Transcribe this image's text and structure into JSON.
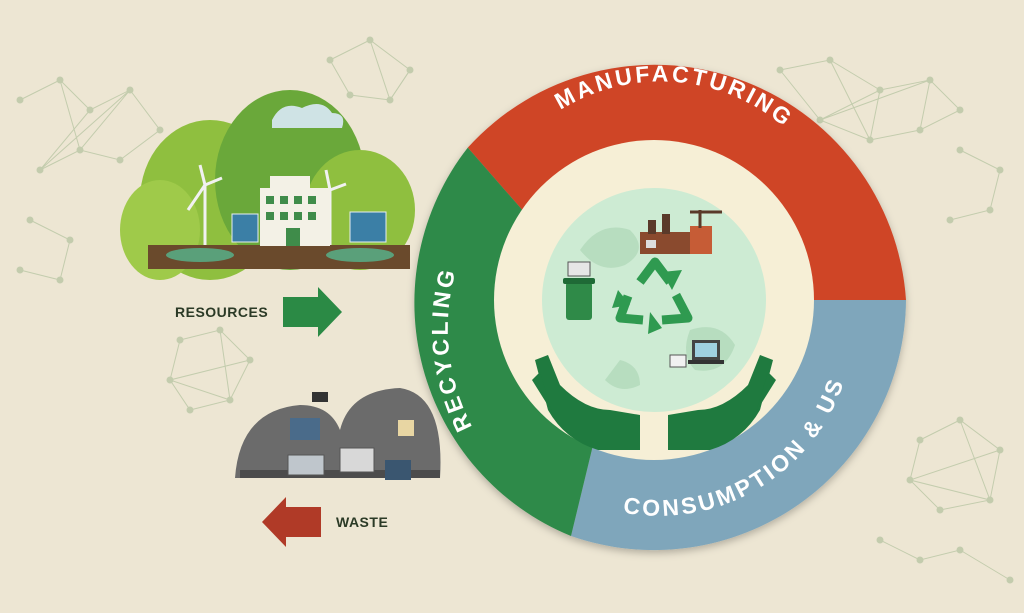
{
  "cycle": {
    "segments": [
      {
        "label": "MANUFACTURING",
        "color": "#cf4428"
      },
      {
        "label": "CONSUMPTION & USE",
        "color": "#7fa6bb"
      },
      {
        "label": "RECYCLING",
        "color": "#2f8a48"
      }
    ]
  },
  "flows": {
    "resources_label": "RESOURCES",
    "waste_label": "WASTE"
  },
  "colors": {
    "background": "#ede6d3",
    "network": "#b9c6a4",
    "inner_ring": "#f6efd6",
    "globe": "#cdebd3",
    "hands": "#1f7a3f",
    "resources_arrow": "#2b8a45",
    "waste_arrow": "#b03a27",
    "label_dark": "#2b3a26"
  },
  "icons": [
    "recycle-icon",
    "factory-icon",
    "trash-bin-icon",
    "laptop-icon",
    "hands-icon",
    "wind-turbine-icon",
    "solar-panel-icon",
    "building-icon",
    "landfill-icon"
  ]
}
